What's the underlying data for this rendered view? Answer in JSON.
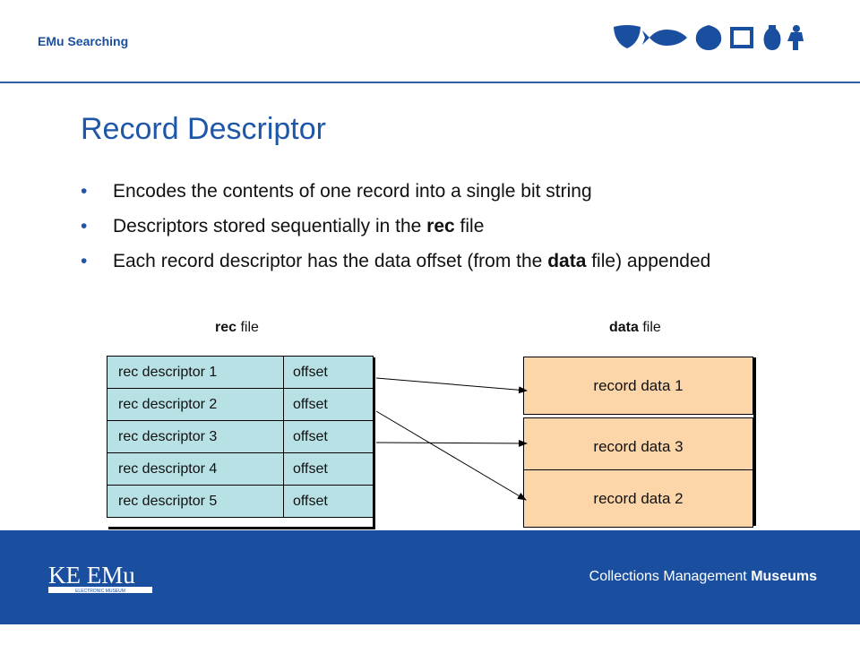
{
  "header": {
    "title": "EMu Searching",
    "icons": [
      "mask-icon",
      "fish-icon",
      "leaf-icon",
      "frame-icon",
      "vase-icon",
      "figure-icon"
    ]
  },
  "slide": {
    "title": "Record Descriptor",
    "bullets": [
      {
        "text": "Encodes the contents of one record into a single bit string"
      },
      {
        "pre": "Descriptors stored sequentially in the ",
        "bold": "rec",
        "post": " file"
      },
      {
        "pre": "Each record descriptor has the data offset (from the ",
        "bold": "data",
        "post": " file) appended"
      }
    ],
    "bullet_symbol": "•"
  },
  "diagram": {
    "rec_label": {
      "bold": "rec",
      "rest": " file"
    },
    "data_label": {
      "bold": "data",
      "rest": " file"
    },
    "rec_rows": [
      {
        "descriptor": "rec descriptor 1",
        "offset": "offset"
      },
      {
        "descriptor": "rec descriptor 2",
        "offset": "offset"
      },
      {
        "descriptor": "rec descriptor 3",
        "offset": "offset"
      },
      {
        "descriptor": "rec descriptor 4",
        "offset": "offset"
      },
      {
        "descriptor": "rec descriptor 5",
        "offset": "offset"
      }
    ],
    "data_blocks": [
      "record data 1",
      "record data 3",
      "record data 2"
    ],
    "colors": {
      "rec_fill": "#b7e1e4",
      "data_fill": "#fcd5a8",
      "accent": "#1a4fa0"
    }
  },
  "footer": {
    "logo_text": "KE EMu",
    "logo_subtext": "ELECTRONIC MUSEUM",
    "tagline_plain": "Collections Management ",
    "tagline_bold": "Museums"
  }
}
